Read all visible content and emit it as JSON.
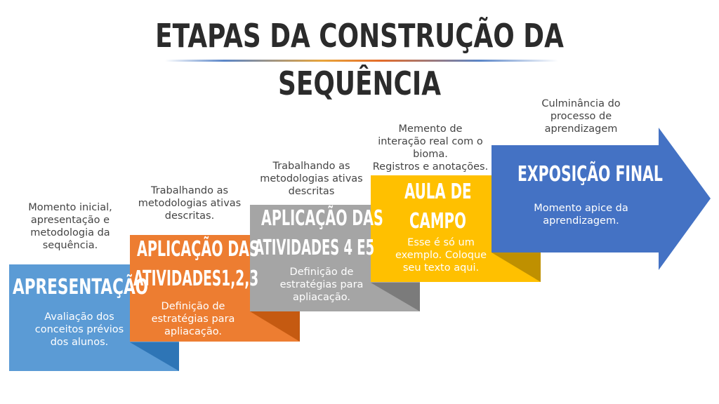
{
  "title": {
    "line1": "ETAPAS DA CONSTRUÇÃO DA",
    "line2": "SEQUÊNCIA"
  },
  "steps": [
    {
      "title": "APRESENTAÇÃO",
      "body": "Avaliação dos\nconceitos prévios\ndos alunos.",
      "note": "Momento inicial,\napresentação e\nmetodologia da\nsequência.",
      "color": "#5b9bd5"
    },
    {
      "title_line1": "APLICAÇÃO DAS",
      "title_line2": "ATIVIDADES1,2,3",
      "body": "Definição de\nestratégias para\napliacação.",
      "note": "Trabalhando as\nmetodologias ativas\ndescritas.",
      "color": "#ed7d31"
    },
    {
      "title_line1": "APLICAÇÃO DAS",
      "title_line2": "ATIVIDADES 4 E5",
      "body": "Definição de\nestratégias para\napliacação.",
      "note": "Trabalhando as\nmetodologias ativas\ndescritas",
      "color": "#a5a5a5"
    },
    {
      "title_line1": "AULA DE",
      "title_line2": "CAMPO",
      "body": "Esse é só um\nexemplo. Coloque\nseu texto aqui.",
      "note": "Memento de\ninteração real com o\nbioma.\nRegistros e anotações.",
      "color": "#ffc000"
    },
    {
      "title": "EXPOSIÇÃO FINAL",
      "body": "Momento apice da\naprendizagem.",
      "note": "Culminância do\nprocesso de\naprendizagem",
      "color": "#4472c4"
    }
  ]
}
